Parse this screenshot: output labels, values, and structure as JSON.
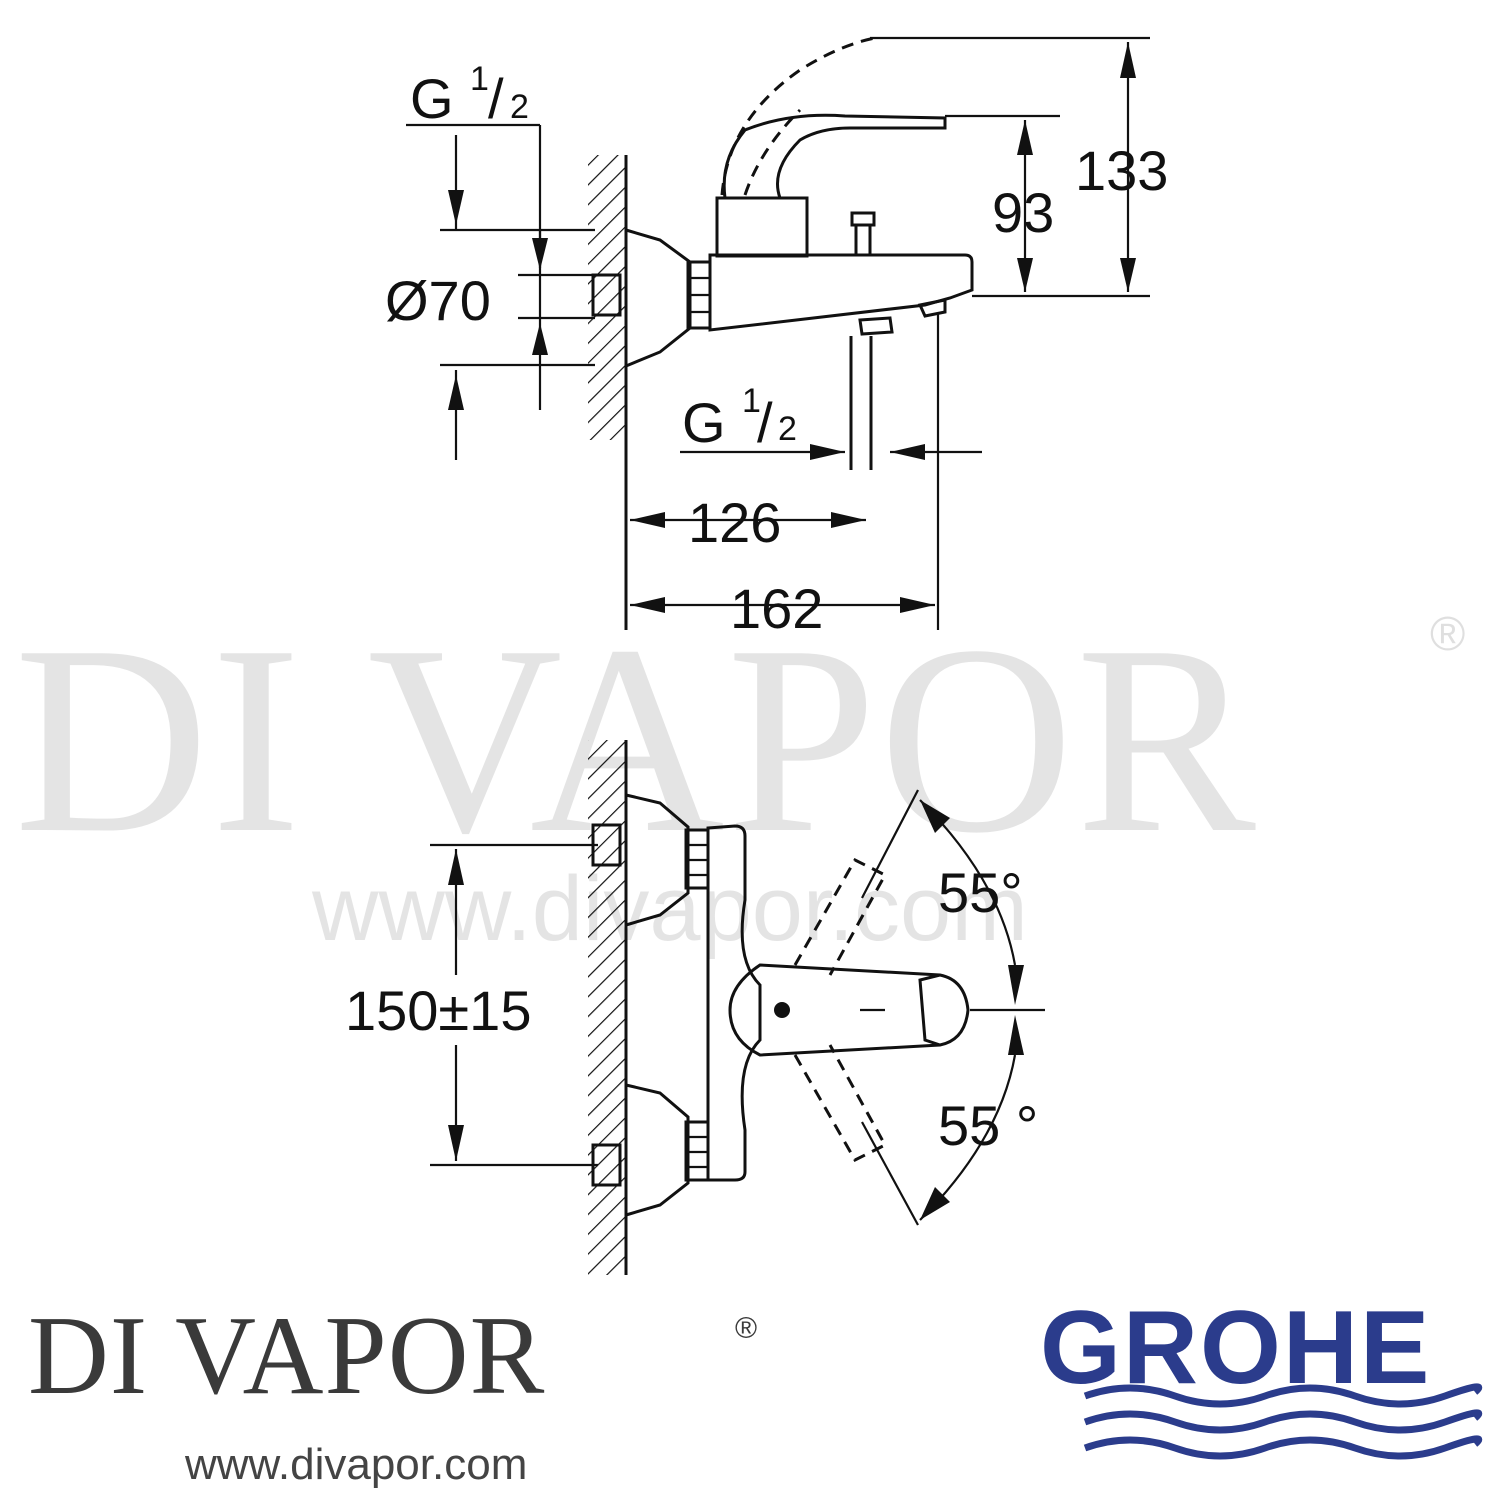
{
  "watermark": {
    "text": "DI VAPOR",
    "registered": "®",
    "url": "www.divapor.com"
  },
  "top_view": {
    "thread_top": {
      "base": "G",
      "num": "1",
      "den": "2"
    },
    "thread_spout": {
      "base": "G",
      "num": "1",
      "den": "2"
    },
    "diameter": "Ø70",
    "height_handle": "93",
    "height_total": "133",
    "width_outlet": "126",
    "width_total": "162"
  },
  "front_view": {
    "centres": "150±15",
    "angle_up": "55°",
    "angle_down": "55 °"
  },
  "logos": {
    "divapor": "DI VAPOR",
    "divapor_reg": "®",
    "divapor_url": "www.divapor.com",
    "grohe": "GROHE",
    "grohe_color": "#2b3c8c"
  }
}
